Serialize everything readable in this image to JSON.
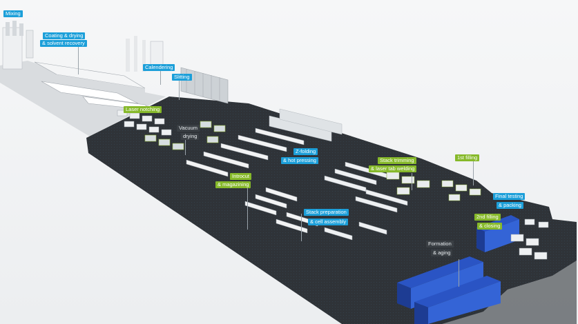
{
  "colors": {
    "background": "#f3f4f6",
    "floor": "#2f3338",
    "blue_label": "#1c9fd9",
    "green_label": "#86b92a",
    "dark_label": "#3a3f44",
    "formation_racks": "#2a54c4"
  },
  "labels": {
    "mixing": "Mixing",
    "coating_1": "Coating & drying",
    "coating_2": "& solvent recovery",
    "calendering": "Calendering",
    "slitting": "Slitting",
    "laser_notching": "Laser notching",
    "vacuum_1": "Vacuum",
    "vacuum_2": "drying",
    "z_folding_1": "Z-folding",
    "z_folding_2": "& hot pressing",
    "stack_trim_1": "Stack trimming",
    "stack_trim_2": "& laser tab welding",
    "first_filling": "1st filling",
    "introcut_1": "Introcut",
    "introcut_2": "& magazining",
    "stack_prep_1": "Stack preparation",
    "stack_prep_2": "& cell assembly",
    "final_testing_1": "Final testing",
    "final_testing_2": "& packing",
    "second_filling_1": "2nd filling",
    "second_filling_2": "& closing",
    "formation_1": "Formation",
    "formation_2": "& aging"
  }
}
